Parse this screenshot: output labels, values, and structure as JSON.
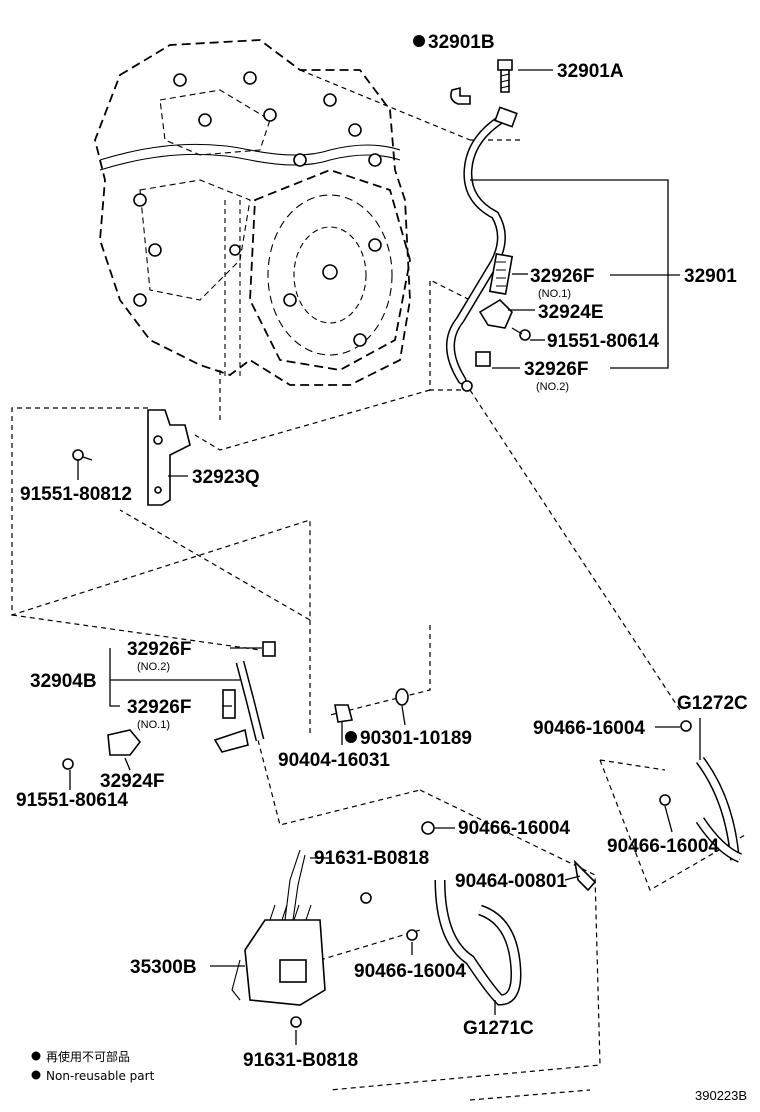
{
  "parts": {
    "p32901B": "32901B",
    "p32901A": "32901A",
    "p32901": "32901",
    "p32926F_a": "32926F",
    "no1_a": "(NO.1)",
    "p32924E": "32924E",
    "p91551_80614_a": "91551-80614",
    "p32926F_b": "32926F",
    "no2_a": "(NO.2)",
    "p91551_80812": "91551-80812",
    "p32923Q": "32923Q",
    "p32926F_c": "32926F",
    "no2_b": "(NO.2)",
    "p32904B": "32904B",
    "p32926F_d": "32926F",
    "no1_b": "(NO.1)",
    "p91551_80614_b": "91551-80614",
    "p32924F": "32924F",
    "p90301_10189": "90301-10189",
    "p90404_16031": "90404-16031",
    "pG1272C": "G1272C",
    "p90466_16004_a": "90466-16004",
    "p90466_16004_b": "90466-16004",
    "p90466_16004_c": "90466-16004",
    "p90466_16004_d": "90466-16004",
    "p91631_B0818_a": "91631-B0818",
    "p90464_00801": "90464-00801",
    "p35300B": "35300B",
    "pG1271C": "G1271C",
    "p91631_B0818_b": "91631-B0818"
  },
  "legend": {
    "line1": "再使用不可部品",
    "line2": "Non-reusable part"
  },
  "ref_code": "390223B"
}
